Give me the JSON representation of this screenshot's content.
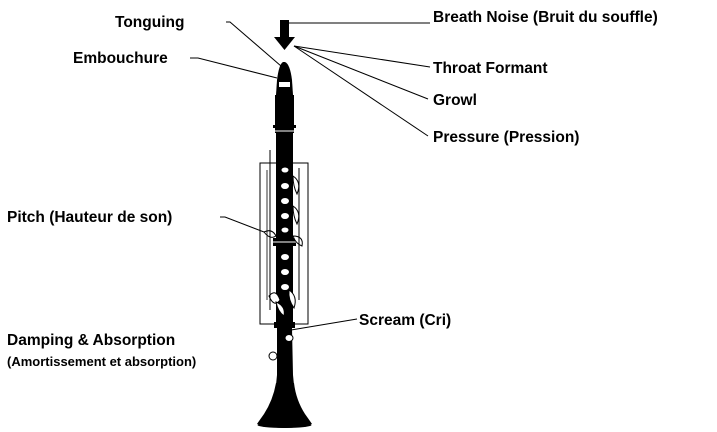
{
  "labels": {
    "tonguing": "Tonguing",
    "embouchure": "Embouchure",
    "breath_noise": "Breath Noise (Bruit du souffle)",
    "throat_formant": "Throat Formant",
    "growl": "Growl",
    "pressure": "Pressure (Pression)",
    "pitch": "Pitch (Hauteur de son)",
    "scream": "Scream (Cri)",
    "damping": "Damping & Absorption",
    "damping_sub": "(Amortissement et absorption)"
  },
  "colors": {
    "ink": "#000000",
    "paper": "#ffffff"
  },
  "icons": {
    "air_arrow": "down-arrow-icon",
    "instrument": "clarinet-icon"
  }
}
